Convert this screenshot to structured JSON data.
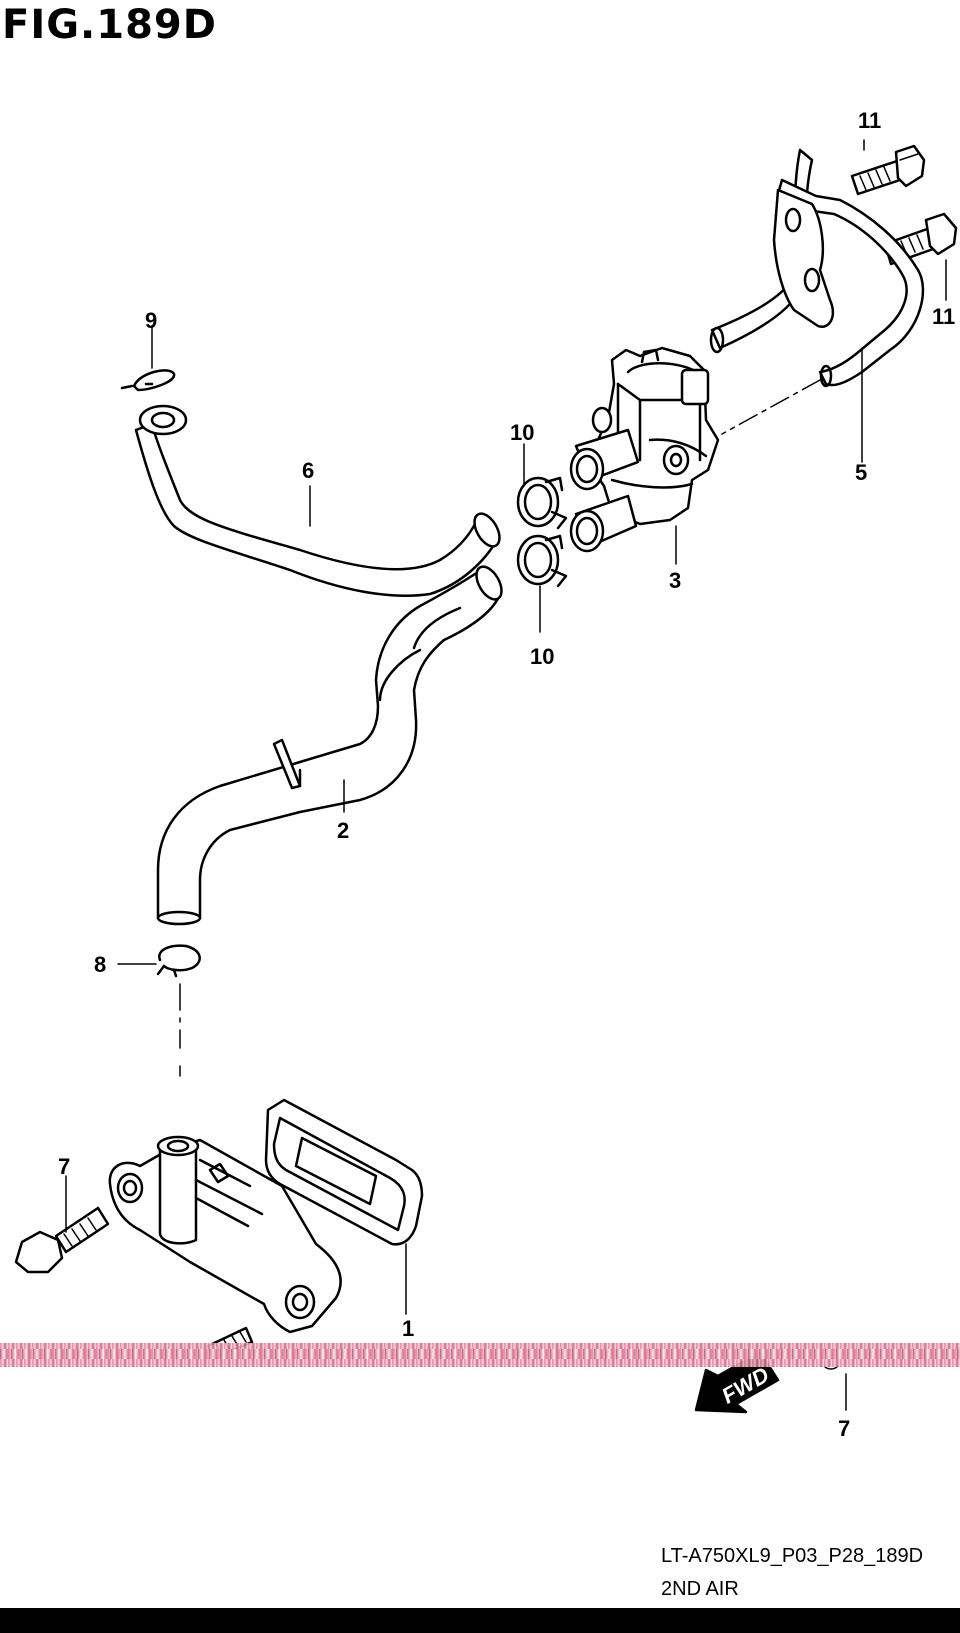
{
  "figure": {
    "title": "FIG.189D",
    "code": "LT-A750XL9_P03_P28_189D",
    "section": "2ND AIR"
  },
  "callouts": {
    "c11a": "11",
    "c11b": "11",
    "c9": "9",
    "c10a": "10",
    "c10b": "10",
    "c6": "6",
    "c5": "5",
    "c3": "3",
    "c2": "2",
    "c8": "8",
    "c7a": "7",
    "c7b": "7",
    "c1": "1"
  },
  "fwd_label": "FWD",
  "colors": {
    "line": "#000000",
    "noise_band": "#e47a9c"
  }
}
